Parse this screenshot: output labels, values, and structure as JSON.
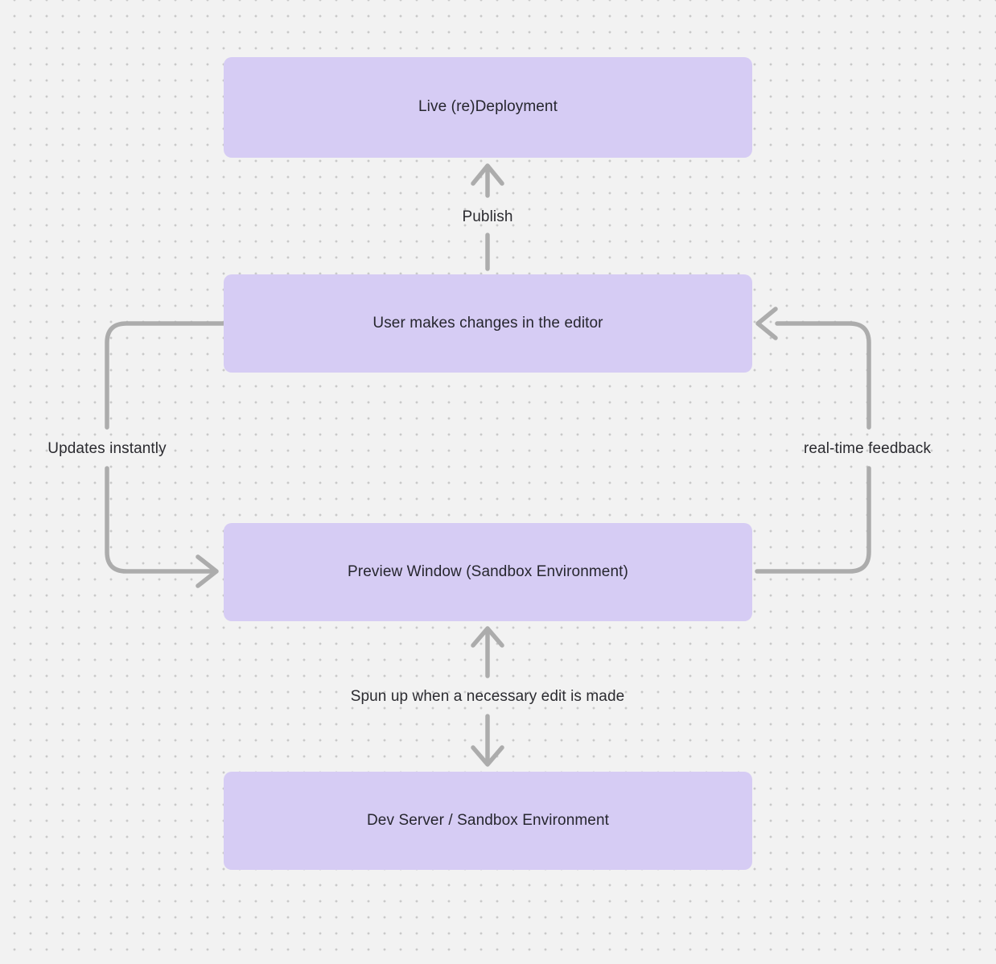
{
  "diagram": {
    "nodes": [
      {
        "id": "live-redeployment",
        "label": "Live (re)Deployment"
      },
      {
        "id": "editor-changes",
        "label": "User makes changes in the editor"
      },
      {
        "id": "preview-window",
        "label": "Preview Window (Sandbox Environment)"
      },
      {
        "id": "dev-server",
        "label": "Dev Server / Sandbox Environment"
      }
    ],
    "edges": [
      {
        "id": "publish",
        "label": "Publish",
        "from": "editor-changes",
        "to": "live-redeployment",
        "bidirectional": false
      },
      {
        "id": "updates-instantly",
        "label": "Updates instantly",
        "from": "editor-changes",
        "to": "preview-window",
        "bidirectional": false
      },
      {
        "id": "real-time-feedback",
        "label": "real-time feedback",
        "from": "preview-window",
        "to": "editor-changes",
        "bidirectional": false
      },
      {
        "id": "spun-up",
        "label": "Spun up when a necessary edit is made",
        "from": "preview-window",
        "to": "dev-server",
        "bidirectional": true
      }
    ],
    "colors": {
      "background": "#F2F2F2",
      "dot": "#C9C9C9",
      "node_fill": "#D6CCF4",
      "node_text": "#26262E",
      "connector": "#ACACAC",
      "label_text": "#2B2B30"
    }
  }
}
